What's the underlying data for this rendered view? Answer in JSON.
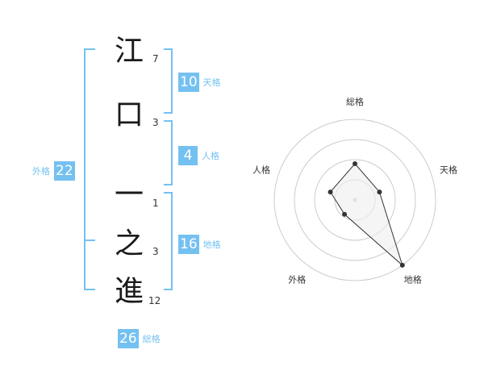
{
  "characters": [
    {
      "char": "江",
      "strokes": "7"
    },
    {
      "char": "口",
      "strokes": "3"
    },
    {
      "char": "一",
      "strokes": "1"
    },
    {
      "char": "之",
      "strokes": "3"
    },
    {
      "char": "進",
      "strokes": "12"
    }
  ],
  "fortune": {
    "tenkaku": {
      "value": "10",
      "label": "天格"
    },
    "jinkaku": {
      "value": "4",
      "label": "人格"
    },
    "chikaku": {
      "value": "16",
      "label": "地格"
    },
    "gaikaku": {
      "value": "22",
      "label": "外格"
    },
    "soukaku": {
      "value": "26",
      "label": "総格"
    }
  },
  "colors": {
    "accent": "#74c1f1",
    "radar_line": "#333333",
    "radar_fill": "#eeeeee"
  },
  "chart_data": {
    "type": "radar",
    "axes": [
      "総格",
      "天格",
      "地格",
      "外格",
      "人格"
    ],
    "values": [
      0.45,
      0.32,
      1.0,
      0.22,
      0.32
    ],
    "rings": 4,
    "max": 1
  }
}
